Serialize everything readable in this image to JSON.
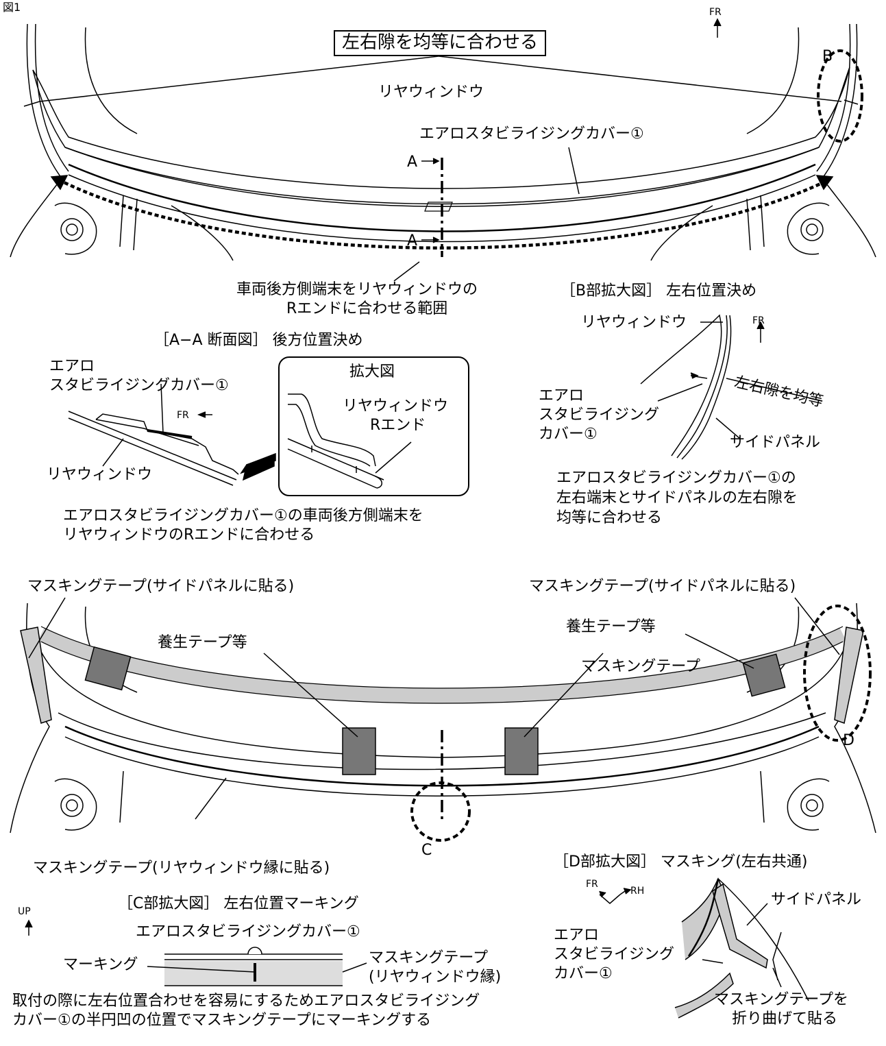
{
  "figure_label": "図1",
  "top": {
    "align_gap_label": "左右隙を均等に合わせる",
    "fr": "FR",
    "rear_window": "リヤウィンドウ",
    "cover": "エアロスタビライジングカバー①",
    "section_a": "A",
    "point_b": "B",
    "range_note_line1": "車両後方側端末をリヤウィンドウの",
    "range_note_line2": "Rエンドに合わせる範囲"
  },
  "aa_section": {
    "title": "［A−A 断面図］ 後方位置決め",
    "cover_line1": "エアロ",
    "cover_line2": "スタビライジングカバー①",
    "fr": "FR",
    "rear_window": "リヤウィンドウ",
    "zoom_title": "拡大図",
    "zoom_rw": "リヤウィンドウ",
    "zoom_rend": "Rエンド",
    "note_line1": "エアロスタビライジングカバー①の車両後方側端末を",
    "note_line2": "リヤウィンドウのRエンドに合わせる"
  },
  "b_detail": {
    "title": "［B部拡大図］ 左右位置決め",
    "rear_window": "リヤウィンドウ",
    "fr": "FR",
    "gap": "左右隙を均等",
    "cover_line1": "エアロ",
    "cover_line2": "スタビライジング",
    "cover_line3": "カバー①",
    "side_panel": "サイドパネル",
    "note_line1": "エアロスタビライジングカバー①の",
    "note_line2": "左右端末とサイドパネルの左右隙を",
    "note_line3": "均等に合わせる"
  },
  "bottom": {
    "mask_side_left": "マスキングテープ(サイドパネルに貼る)",
    "mask_side_right": "マスキングテープ(サイドパネルに貼る)",
    "curing_left": "養生テープ等",
    "curing_right": "養生テープ等",
    "mask_center": "マスキングテープ",
    "point_d": "D",
    "point_c": "C",
    "mask_rw": "マスキングテープ(リヤウィンドウ縁に貼る)"
  },
  "c_detail": {
    "title": "［C部拡大図］ 左右位置マーキング",
    "up": "UP",
    "cover": "エアロスタビライジングカバー①",
    "marking": "マーキング",
    "mask_line1": "マスキングテープ",
    "mask_line2": "(リヤウィンドウ縁)",
    "note_line1": "取付の際に左右位置合わせを容易にするためエアロスタビライジング",
    "note_line2": "カバー①の半円凹の位置でマスキングテープにマーキングする"
  },
  "d_detail": {
    "title": "［D部拡大図］ マスキング(左右共通)",
    "fr": "FR",
    "rh": "RH",
    "side_panel": "サイドパネル",
    "cover_line1": "エアロ",
    "cover_line2": "スタビライジング",
    "cover_line3": "カバー①",
    "note_line1": "マスキングテープを",
    "note_line2": "折り曲げて貼る"
  }
}
